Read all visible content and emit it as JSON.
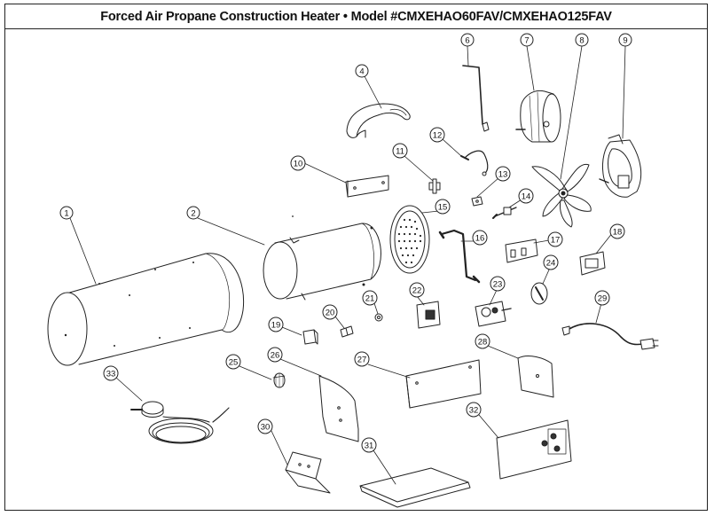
{
  "title": "Forced Air Propane Construction Heater • Model #CMXEHAO60FAV/CMXEHAO125FAV",
  "parts": [
    {
      "id": "part-1",
      "label": "1"
    },
    {
      "id": "part-2",
      "label": "2"
    },
    {
      "id": "part-4",
      "label": "4"
    },
    {
      "id": "part-6",
      "label": "6"
    },
    {
      "id": "part-7",
      "label": "7"
    },
    {
      "id": "part-8",
      "label": "8"
    },
    {
      "id": "part-9",
      "label": "9"
    },
    {
      "id": "part-10",
      "label": "10"
    },
    {
      "id": "part-11",
      "label": "11"
    },
    {
      "id": "part-12",
      "label": "12"
    },
    {
      "id": "part-13",
      "label": "13"
    },
    {
      "id": "part-14",
      "label": "14"
    },
    {
      "id": "part-15",
      "label": "15"
    },
    {
      "id": "part-16",
      "label": "16"
    },
    {
      "id": "part-17",
      "label": "17"
    },
    {
      "id": "part-18",
      "label": "18"
    },
    {
      "id": "part-19",
      "label": "19"
    },
    {
      "id": "part-20",
      "label": "20"
    },
    {
      "id": "part-21",
      "label": "21"
    },
    {
      "id": "part-22",
      "label": "22"
    },
    {
      "id": "part-23",
      "label": "23"
    },
    {
      "id": "part-24",
      "label": "24"
    },
    {
      "id": "part-25",
      "label": "25"
    },
    {
      "id": "part-26",
      "label": "26"
    },
    {
      "id": "part-27",
      "label": "27"
    },
    {
      "id": "part-28",
      "label": "28"
    },
    {
      "id": "part-29",
      "label": "29"
    },
    {
      "id": "part-30",
      "label": "30"
    },
    {
      "id": "part-31",
      "label": "31"
    },
    {
      "id": "part-32",
      "label": "32"
    },
    {
      "id": "part-33",
      "label": "33"
    }
  ]
}
